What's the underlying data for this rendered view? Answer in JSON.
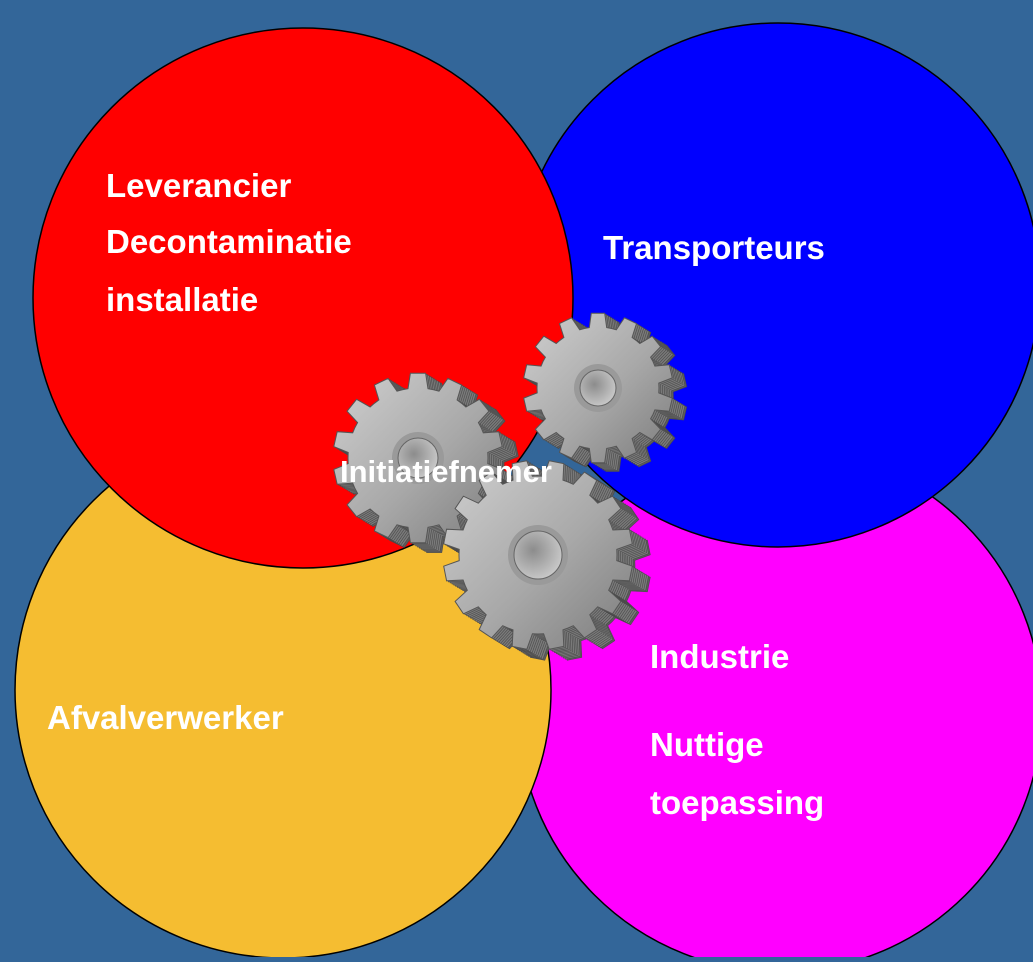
{
  "colors": {
    "background": "#336699",
    "supplier_circle": "#ff0000",
    "transport_circle": "#0000ff",
    "waste_circle": "#f5bd31",
    "industry_circle": "#ff00ff",
    "gear": "#a6a6a6",
    "text": "#ffffff"
  },
  "labels": {
    "supplier": [
      "Leverancier",
      "Decontaminatie",
      "installatie"
    ],
    "transport": "Transporteurs",
    "waste": "Afvalverwerker",
    "industry_title": "Industrie",
    "industry_sub": [
      "Nuttige",
      "toepassing"
    ],
    "center": "Initiatiefnemer"
  },
  "icons": {
    "gears": "gear-icon"
  }
}
